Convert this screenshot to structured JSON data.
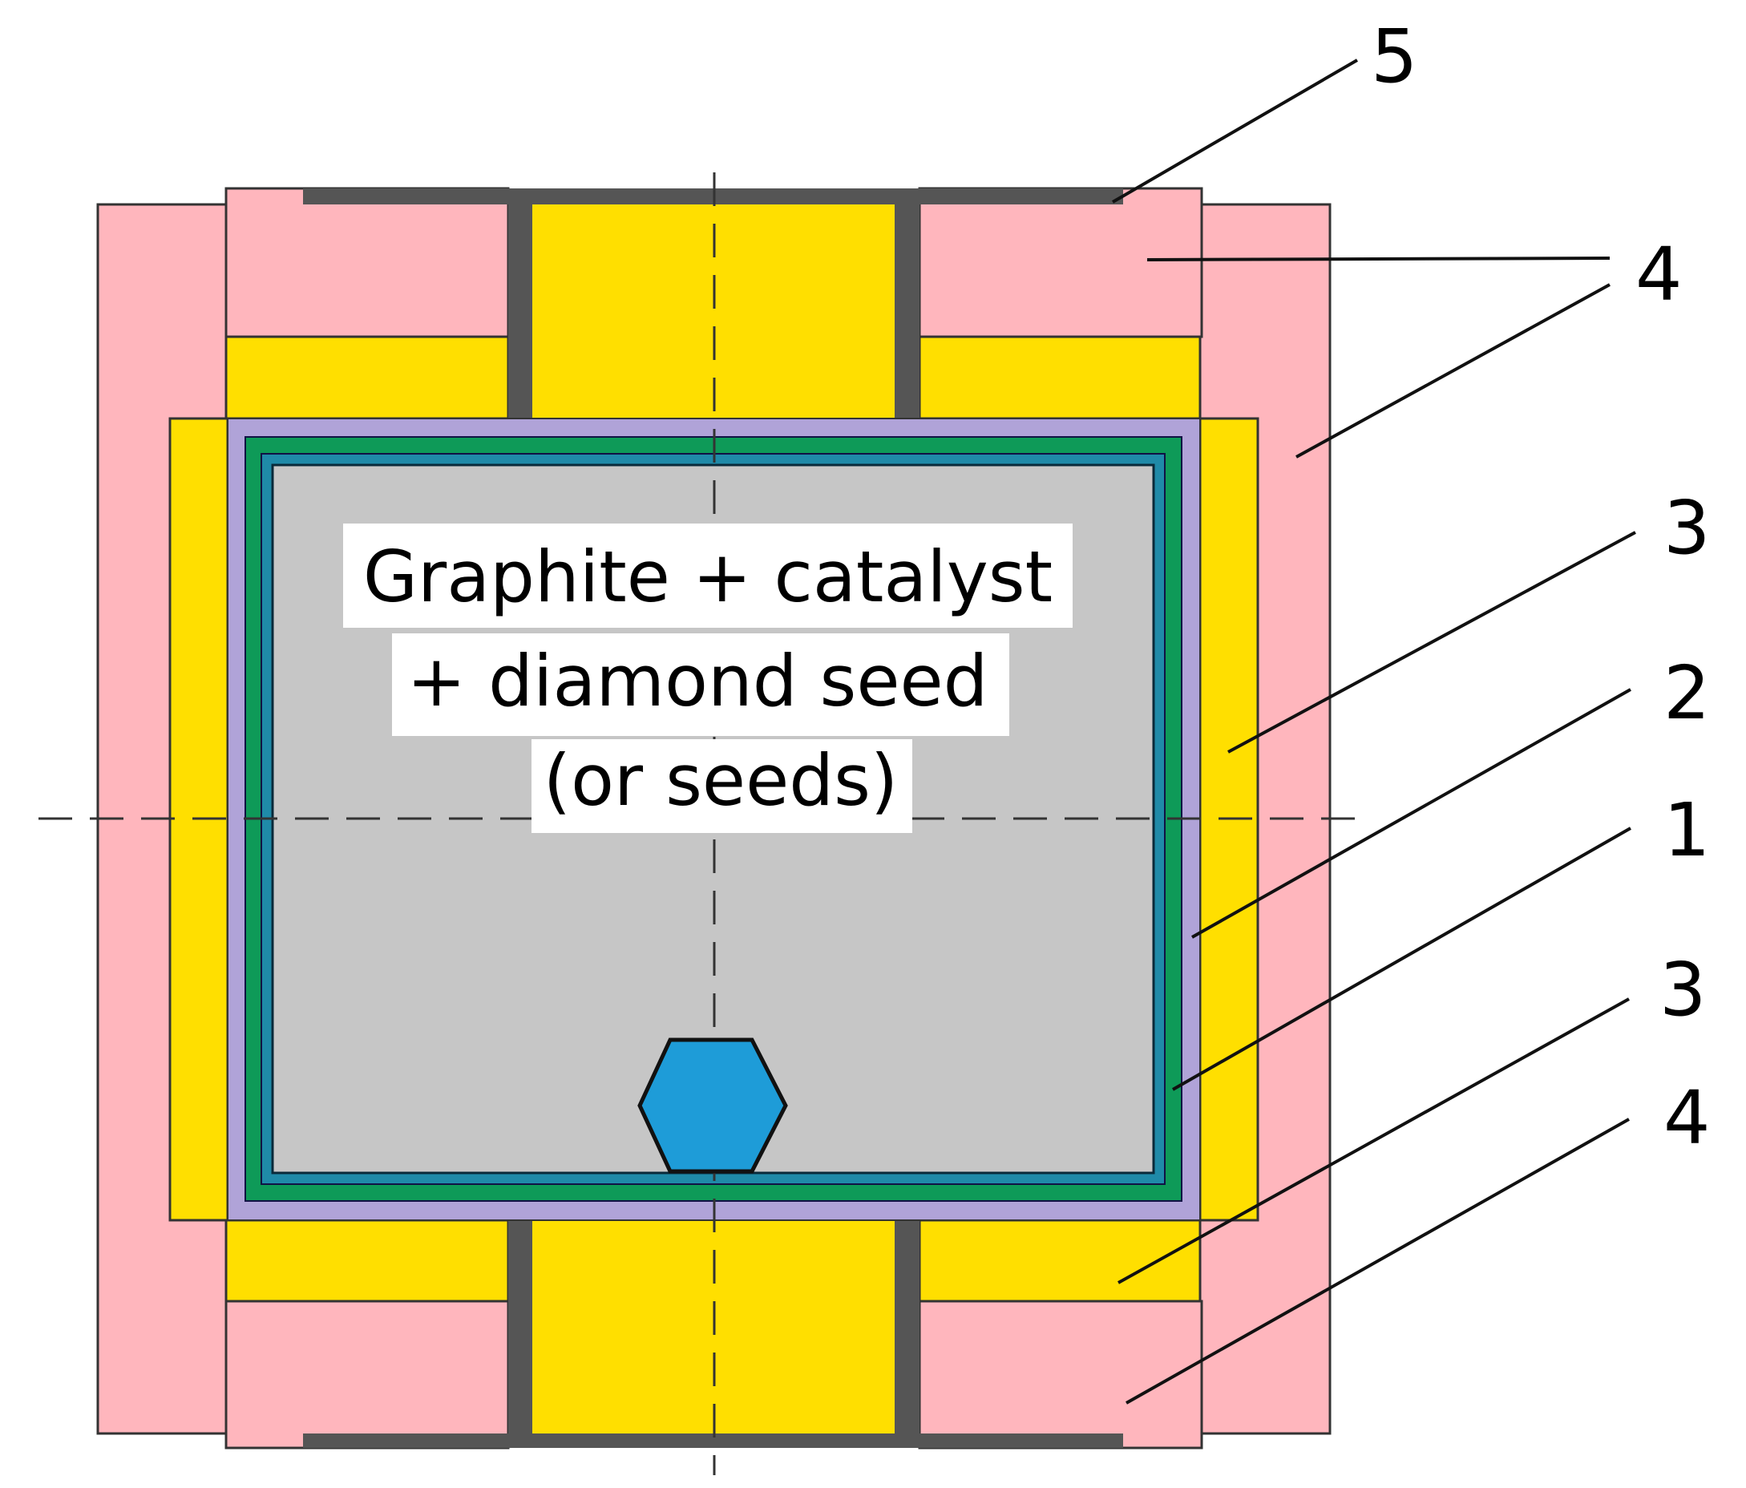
{
  "colors": {
    "pink": "#ffb6bd",
    "yellow": "#ffdf00",
    "dark_gray": "#555555",
    "lavender": "#b0a3d8",
    "green": "#0e9a58",
    "teal": "#1f8aa8",
    "cell_gray": "#c6c6c6",
    "seed_blue": "#1e9cd8"
  },
  "icons": {
    "seed": "diamond-seed-hexagon-icon"
  },
  "label": {
    "line1": "Graphite + catalyst",
    "line2": "+ diamond seed",
    "line3": "(or seeds)"
  },
  "callouts": {
    "c5": "5",
    "c4_top": "4",
    "c3_top": "3",
    "c2": "2",
    "c1": "1",
    "c3_bottom": "3",
    "c4_bottom": "4"
  }
}
